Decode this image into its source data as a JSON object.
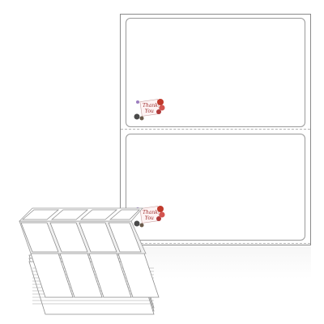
{
  "product": {
    "label_count_visible": 2,
    "motif_text_line1": "Thank",
    "motif_text_line2": "You",
    "colors": {
      "sheet_border": "#8a8a8a",
      "label_border": "#9a9a9a",
      "perforation": "#b5b5b5",
      "motif_red": "#c0392b",
      "motif_dark": "#4a4a4a"
    },
    "icons": {
      "motif": "thank-you-flower-icon",
      "fanfold": "fanfold-stack-icon"
    }
  }
}
